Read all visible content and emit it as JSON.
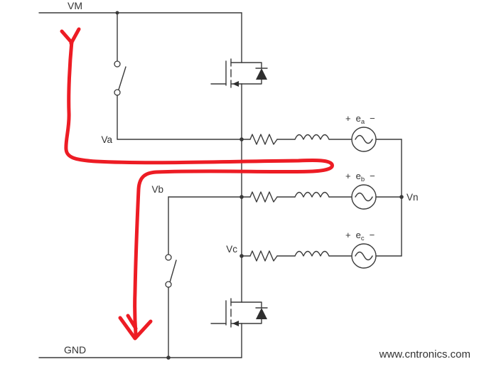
{
  "labels": {
    "vm": "VM",
    "gnd": "GND",
    "va": "Va",
    "vb": "Vb",
    "vc": "Vc",
    "vn": "Vn"
  },
  "sources": [
    {
      "plus": "+",
      "name": "e",
      "sub": "a",
      "minus": "−"
    },
    {
      "plus": "+",
      "name": "e",
      "sub": "b",
      "minus": "−"
    },
    {
      "plus": "+",
      "name": "e",
      "sub": "c",
      "minus": "−"
    }
  ],
  "annotation": {
    "color": "#ed1c24"
  },
  "watermark": {
    "text": "www.cntronics.com",
    "color": "#8fce4e"
  },
  "colors": {
    "wire": "#3a3a3a",
    "background": "#ffffff"
  }
}
